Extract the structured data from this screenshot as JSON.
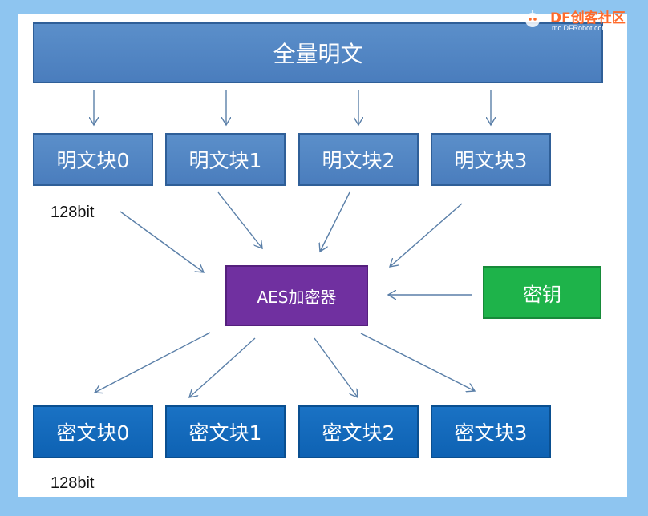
{
  "diagram": {
    "full_plaintext": "全量明文",
    "plaintext_blocks": [
      "明文块0",
      "明文块1",
      "明文块2",
      "明文块3"
    ],
    "plaintext_bits": "128bit",
    "encryptor": "AES加密器",
    "key": "密钥",
    "ciphertext_blocks": [
      "密文块0",
      "密文块1",
      "密文块2",
      "密文块3"
    ],
    "ciphertext_bits": "128bit"
  },
  "watermark": {
    "brand": "DF创客社区",
    "site": "mc.DFRobot.com.cn",
    "accent": "#ff6a2a"
  },
  "colors": {
    "plaintext_box": "#4f83c2",
    "ciphertext_box": "#1168b9",
    "encryptor_box": "#7030a0",
    "key_box": "#1eb34a",
    "arrow": "#5a7fa8"
  }
}
